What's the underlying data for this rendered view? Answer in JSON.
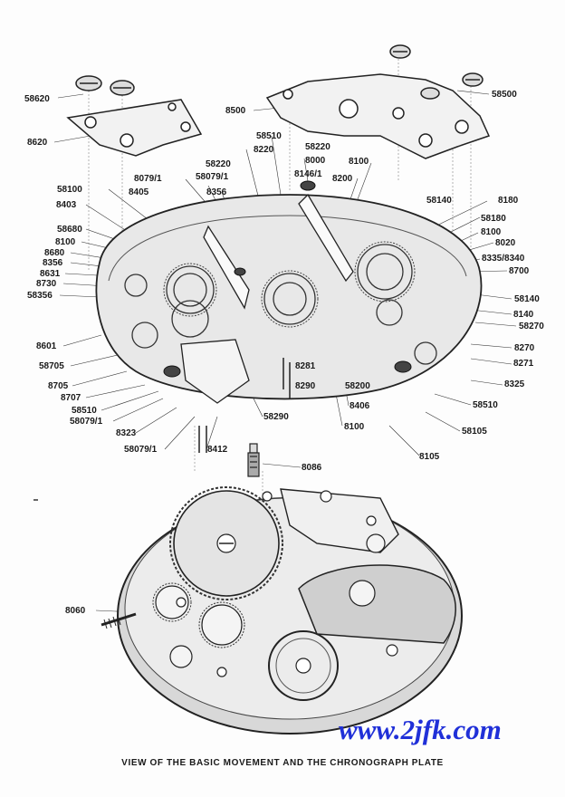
{
  "diagram": {
    "caption": "VIEW OF THE BASIC MOVEMENT AND THE CHRONOGRAPH PLATE",
    "watermark": "www.2jfk.com",
    "labels": [
      "58620",
      "8620",
      "8500",
      "58500",
      "58510",
      "8220",
      "58220",
      "8000",
      "8146/1",
      "8100",
      "8079/1",
      "58079/1",
      "58220",
      "8356",
      "8200",
      "58100",
      "8405",
      "8403",
      "58680",
      "8100",
      "8680",
      "8356",
      "8631",
      "8730",
      "58356",
      "58140",
      "8180",
      "58180",
      "8100",
      "8020",
      "8335/8340",
      "8700",
      "58140",
      "8140",
      "58270",
      "8270",
      "8271",
      "8325",
      "58510",
      "58105",
      "8105",
      "8601",
      "58705",
      "8705",
      "8707",
      "58510",
      "58079/1",
      "8323",
      "58079/1",
      "8412",
      "58290",
      "8281",
      "8290",
      "58200",
      "8406",
      "8100",
      "8086",
      "8060"
    ]
  }
}
